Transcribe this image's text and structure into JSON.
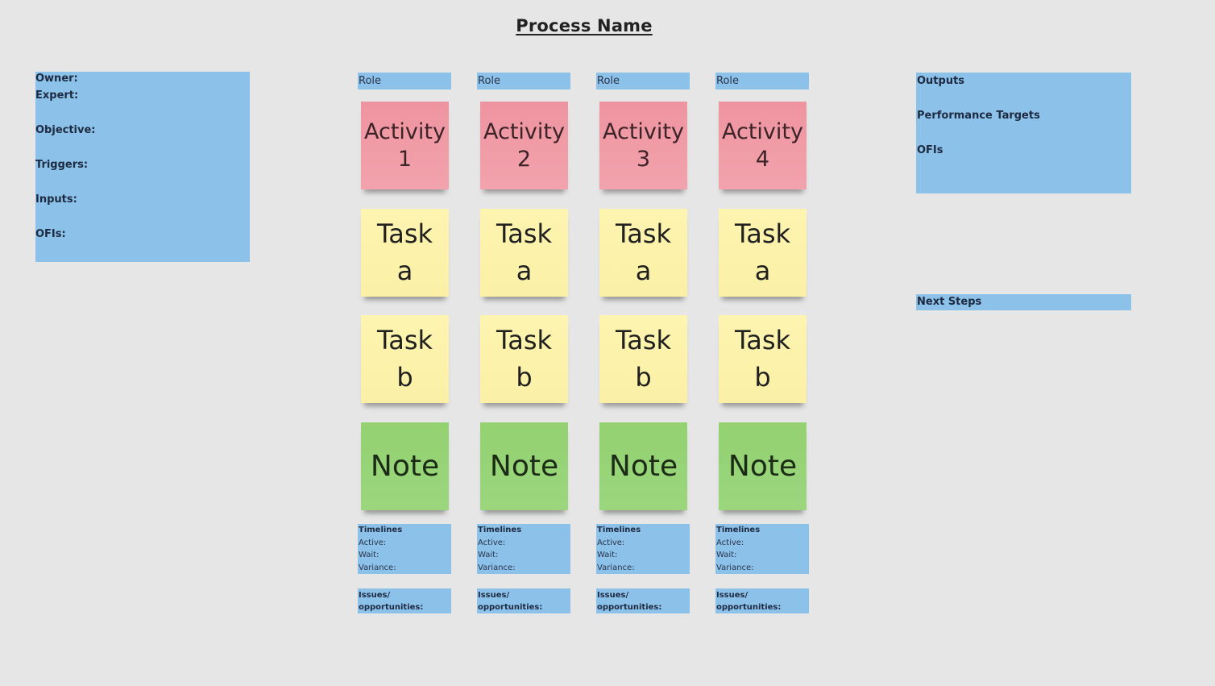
{
  "title": "Process Name",
  "left_panel": {
    "owner": "Owner:",
    "expert": "Expert:",
    "objective": "Objective:",
    "triggers": "Triggers:",
    "inputs": "Inputs:",
    "ofis": "OFIs:"
  },
  "right_panel": {
    "outputs": "Outputs",
    "performance_targets": "Performance Targets",
    "ofis": "OFIs"
  },
  "next_steps": "Next Steps",
  "columns": [
    {
      "role": "Role",
      "activity": [
        "Activity",
        "1"
      ],
      "task_a": [
        "Task",
        "a"
      ],
      "task_b": [
        "Task",
        "b"
      ],
      "note": "Note",
      "timelines": {
        "heading": "Timelines",
        "active": "Active:",
        "wait": "Wait:",
        "variance": "Variance:"
      },
      "issues": [
        "Issues/",
        "opportunities:"
      ]
    },
    {
      "role": "Role",
      "activity": [
        "Activity",
        "2"
      ],
      "task_a": [
        "Task",
        "a"
      ],
      "task_b": [
        "Task",
        "b"
      ],
      "note": "Note",
      "timelines": {
        "heading": "Timelines",
        "active": "Active:",
        "wait": "Wait:",
        "variance": "Variance:"
      },
      "issues": [
        "Issues/",
        "opportunities:"
      ]
    },
    {
      "role": "Role",
      "activity": [
        "Activity",
        "3"
      ],
      "task_a": [
        "Task",
        "a"
      ],
      "task_b": [
        "Task",
        "b"
      ],
      "note": "Note",
      "timelines": {
        "heading": "Timelines",
        "active": "Active:",
        "wait": "Wait:",
        "variance": "Variance:"
      },
      "issues": [
        "Issues/",
        "opportunities:"
      ]
    },
    {
      "role": "Role",
      "activity": [
        "Activity",
        "4"
      ],
      "task_a": [
        "Task",
        "a"
      ],
      "task_b": [
        "Task",
        "b"
      ],
      "note": "Note",
      "timelines": {
        "heading": "Timelines",
        "active": "Active:",
        "wait": "Wait:",
        "variance": "Variance:"
      },
      "issues": [
        "Issues/",
        "opportunities:"
      ]
    }
  ],
  "colors": {
    "background": "#e6e6e6",
    "panel_blue": "#8cc1ea",
    "activity_pink": "#f09ba6",
    "task_yellow": "#fcf2ab",
    "note_green": "#96d377"
  }
}
